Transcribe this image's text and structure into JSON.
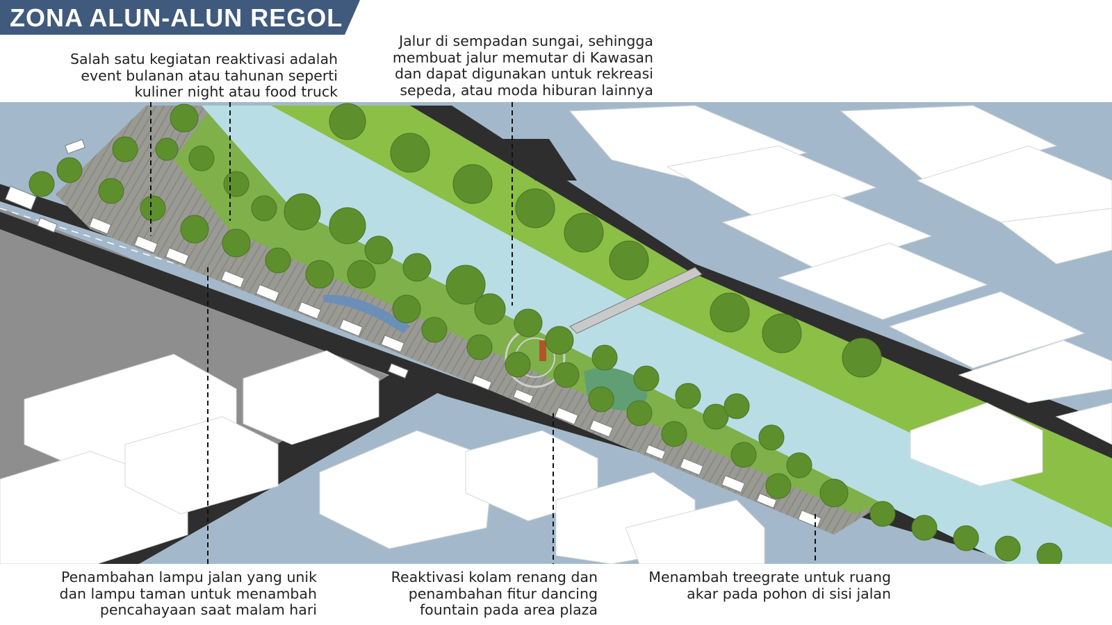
{
  "title": "ZONA ALUN-ALUN REGOL",
  "colors": {
    "banner": "#3f5a7c",
    "river": "#b9dde4",
    "road": "#2e2e2e",
    "grass": "#8cbf45",
    "building": "#ffffff",
    "water_gray": "#a3b9cb"
  },
  "annotations": {
    "top_left": {
      "lines": [
        "Salah satu kegiatan reaktivasi adalah",
        "event bulanan atau tahunan seperti",
        "kuliner night atau food truck"
      ]
    },
    "top_right": {
      "lines": [
        "Jalur di sempadan sungai, sehingga",
        "membuat jalur memutar di Kawasan",
        "dan dapat digunakan untuk rekreasi",
        "sepeda, atau moda hiburan lainnya"
      ]
    },
    "bottom_left": {
      "lines": [
        "Penambahan lampu jalan yang unik",
        "dan lampu taman untuk menambah",
        "pencahayaan saat malam hari"
      ]
    },
    "bottom_middle": {
      "lines": [
        "Reaktivasi kolam renang dan",
        "penambahan fitur dancing",
        "fountain pada area plaza"
      ]
    },
    "bottom_right": {
      "lines": [
        "Menambah treegrate untuk ruang",
        "akar pada pohon di sisi jalan"
      ]
    }
  }
}
